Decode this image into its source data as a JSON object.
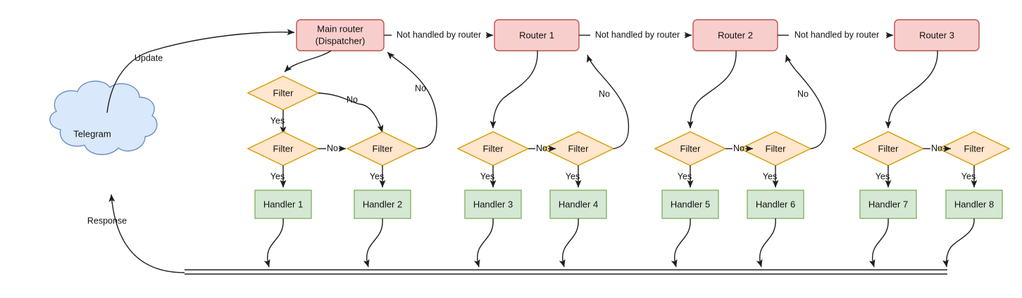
{
  "diagram": {
    "title": "Telegram bot update routing flow",
    "type": "flowchart",
    "colors": {
      "router_fill": "#f8cecc",
      "router_stroke": "#b85450",
      "filter_fill": "#ffe6cc",
      "filter_stroke": "#d79b00",
      "handler_fill": "#d5e8d4",
      "handler_stroke": "#82b366",
      "cloud_fill": "#dae8fc",
      "cloud_stroke": "#6c8ebf",
      "edge_stroke": "#1f1f1f",
      "text": "#111111",
      "background": "#ffffff"
    },
    "source": {
      "label": "Telegram",
      "shape": "cloud"
    },
    "flow_labels": {
      "update": "Update",
      "response": "Response",
      "not_handled": "Not handled by router",
      "yes": "Yes",
      "no": "No"
    },
    "routers": [
      {
        "id": "main",
        "label_line1": "Main router",
        "label_line2": "(Dispatcher)",
        "label": "Main router (Dispatcher)"
      },
      {
        "id": "router1",
        "label_line1": "Router 1",
        "label_line2": "",
        "label": "Router 1"
      },
      {
        "id": "router2",
        "label_line1": "Router 2",
        "label_line2": "",
        "label": "Router 2"
      },
      {
        "id": "router3",
        "label_line1": "Router 3",
        "label_line2": "",
        "label": "Router 3"
      }
    ],
    "filters": [
      {
        "id": "f-top-main",
        "label": "Filter",
        "router": "main"
      },
      {
        "id": "f1",
        "label": "Filter",
        "router": "main",
        "handler": "Handler 1"
      },
      {
        "id": "f2",
        "label": "Filter",
        "router": "main",
        "handler": "Handler 2"
      },
      {
        "id": "f3",
        "label": "Filter",
        "router": "router1",
        "handler": "Handler 3"
      },
      {
        "id": "f4",
        "label": "Filter",
        "router": "router1",
        "handler": "Handler 4"
      },
      {
        "id": "f5",
        "label": "Filter",
        "router": "router2",
        "handler": "Handler 5"
      },
      {
        "id": "f6",
        "label": "Filter",
        "router": "router2",
        "handler": "Handler 6"
      },
      {
        "id": "f7",
        "label": "Filter",
        "router": "router3",
        "handler": "Handler 7"
      },
      {
        "id": "f8",
        "label": "Filter",
        "router": "router3",
        "handler": "Handler 8"
      }
    ],
    "handlers": [
      {
        "id": "h1",
        "label": "Handler 1"
      },
      {
        "id": "h2",
        "label": "Handler 2"
      },
      {
        "id": "h3",
        "label": "Handler 3"
      },
      {
        "id": "h4",
        "label": "Handler 4"
      },
      {
        "id": "h5",
        "label": "Handler 5"
      },
      {
        "id": "h6",
        "label": "Handler 6"
      },
      {
        "id": "h7",
        "label": "Handler 7"
      },
      {
        "id": "h8",
        "label": "Handler 8"
      }
    ],
    "edge_labels": {
      "not_handled_1": "Not handled by router",
      "not_handled_2": "Not handled by router",
      "not_handled_3": "Not handled by router",
      "no_main_top": "No",
      "no_main_back": "No",
      "no_main_chain": "No",
      "no_r1_chain": "No",
      "no_r1_back": "No",
      "no_r2_chain": "No",
      "no_r2_back": "No",
      "no_r3_chain": "No",
      "yes_f1": "Yes",
      "yes_f2": "Yes",
      "yes_f3": "Yes",
      "yes_f4": "Yes",
      "yes_f5": "Yes",
      "yes_f6": "Yes",
      "yes_f7": "Yes",
      "yes_f8": "Yes",
      "yes_top_main": "Yes"
    }
  }
}
